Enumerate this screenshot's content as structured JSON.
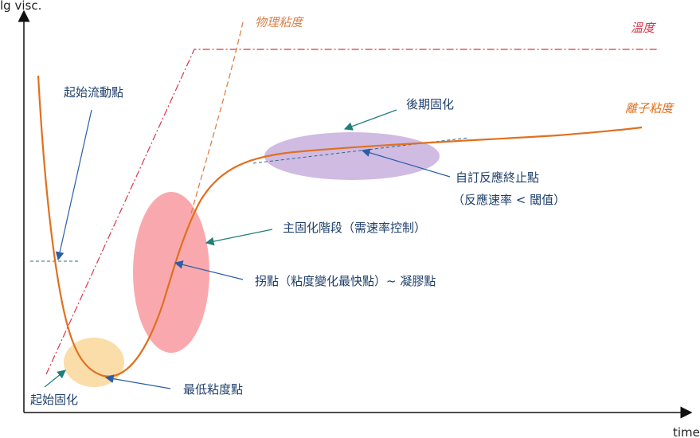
{
  "axes": {
    "y_label": "lg visc.",
    "x_label": "time"
  },
  "curves": {
    "temperature": {
      "label": "溫度",
      "color": "#d9344a"
    },
    "physical_viscosity": {
      "label": "物理粘度",
      "color": "#d9824a"
    },
    "ionic_viscosity": {
      "label": "離子粘度",
      "color": "#e0701f"
    }
  },
  "annotations": {
    "start_flow_point": "起始流動點",
    "start_cure": "起始固化",
    "min_viscosity_point": "最低粘度點",
    "main_cure_stage": "主固化階段（需速率控制）",
    "inflection_point": "拐點（粘度變化最快點）~ 凝膠點",
    "post_cure": "後期固化",
    "custom_end_point": "自訂反應終止點",
    "custom_end_condition": "（反應速率 < 閾值）"
  },
  "colors": {
    "axis": "#111111",
    "arrow_teal": "#1f7f7a",
    "arrow_blue": "#2a5ea8",
    "ellipse_yellow": "#fbd9a0",
    "ellipse_red": "#f8a0a5",
    "ellipse_purple": "#cbb4e0",
    "dashed_blue": "#2f6a8a"
  }
}
